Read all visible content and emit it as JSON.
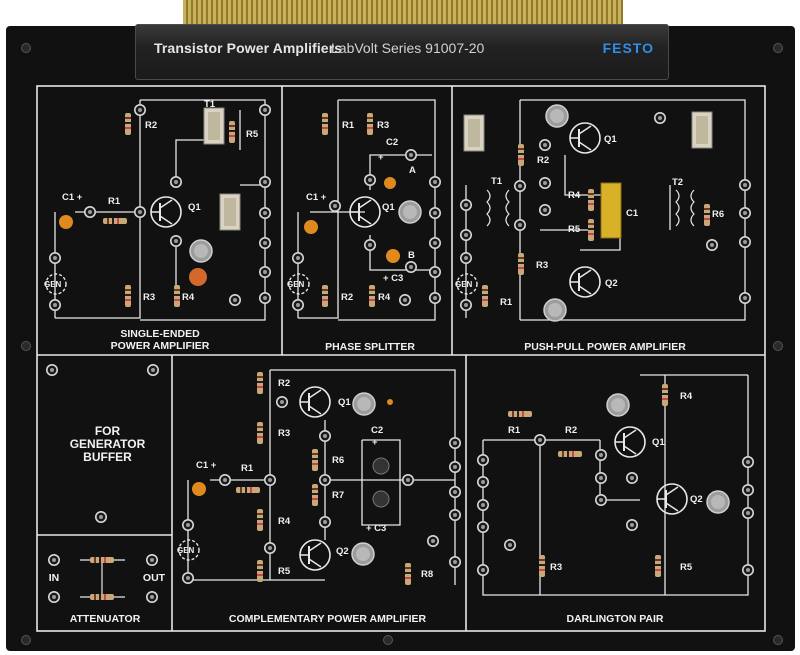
{
  "header": {
    "title": "Transistor Power Amplifiers",
    "series": "LabVolt Series 91007-20",
    "brand": "FESTO"
  },
  "sections": {
    "single_ended": "SINGLE-ENDED\nPOWER AMPLIFIER",
    "phase_splitter": "PHASE SPLITTER",
    "push_pull": "PUSH-PULL POWER AMPLIFIER",
    "buffer": "FOR\nGENERATOR\nBUFFER",
    "attenuator": "ATTENUATOR",
    "complementary": "COMPLEMENTARY POWER AMPLIFIER",
    "darlington": "DARLINGTON PAIR"
  },
  "attenuator_io": {
    "in": "IN",
    "out": "OUT"
  },
  "generator_label": "GEN",
  "components": {
    "single_ended": [
      "C1",
      "R1",
      "R2",
      "R3",
      "R4",
      "R5",
      "T1",
      "Q1"
    ],
    "phase_splitter": [
      "C1",
      "C2",
      "C3",
      "R1",
      "R2",
      "R3",
      "R4",
      "Q1",
      "A",
      "B"
    ],
    "push_pull": [
      "T1",
      "T2",
      "R1",
      "R2",
      "R3",
      "R4",
      "R5",
      "R6",
      "C1",
      "Q1",
      "Q2"
    ],
    "complementary": [
      "C1",
      "C2",
      "C3",
      "R1",
      "R2",
      "R3",
      "R4",
      "R5",
      "R6",
      "R7",
      "R8",
      "Q1",
      "Q2"
    ],
    "darlington": [
      "R1",
      "R2",
      "R3",
      "R4",
      "R5",
      "Q1",
      "Q2"
    ]
  },
  "colors": {
    "board": "#111111",
    "trace": "#e8e8e8",
    "gold": "#c9b15a",
    "capacitor": "#e08a1e",
    "brand": "#2f8ee8"
  }
}
